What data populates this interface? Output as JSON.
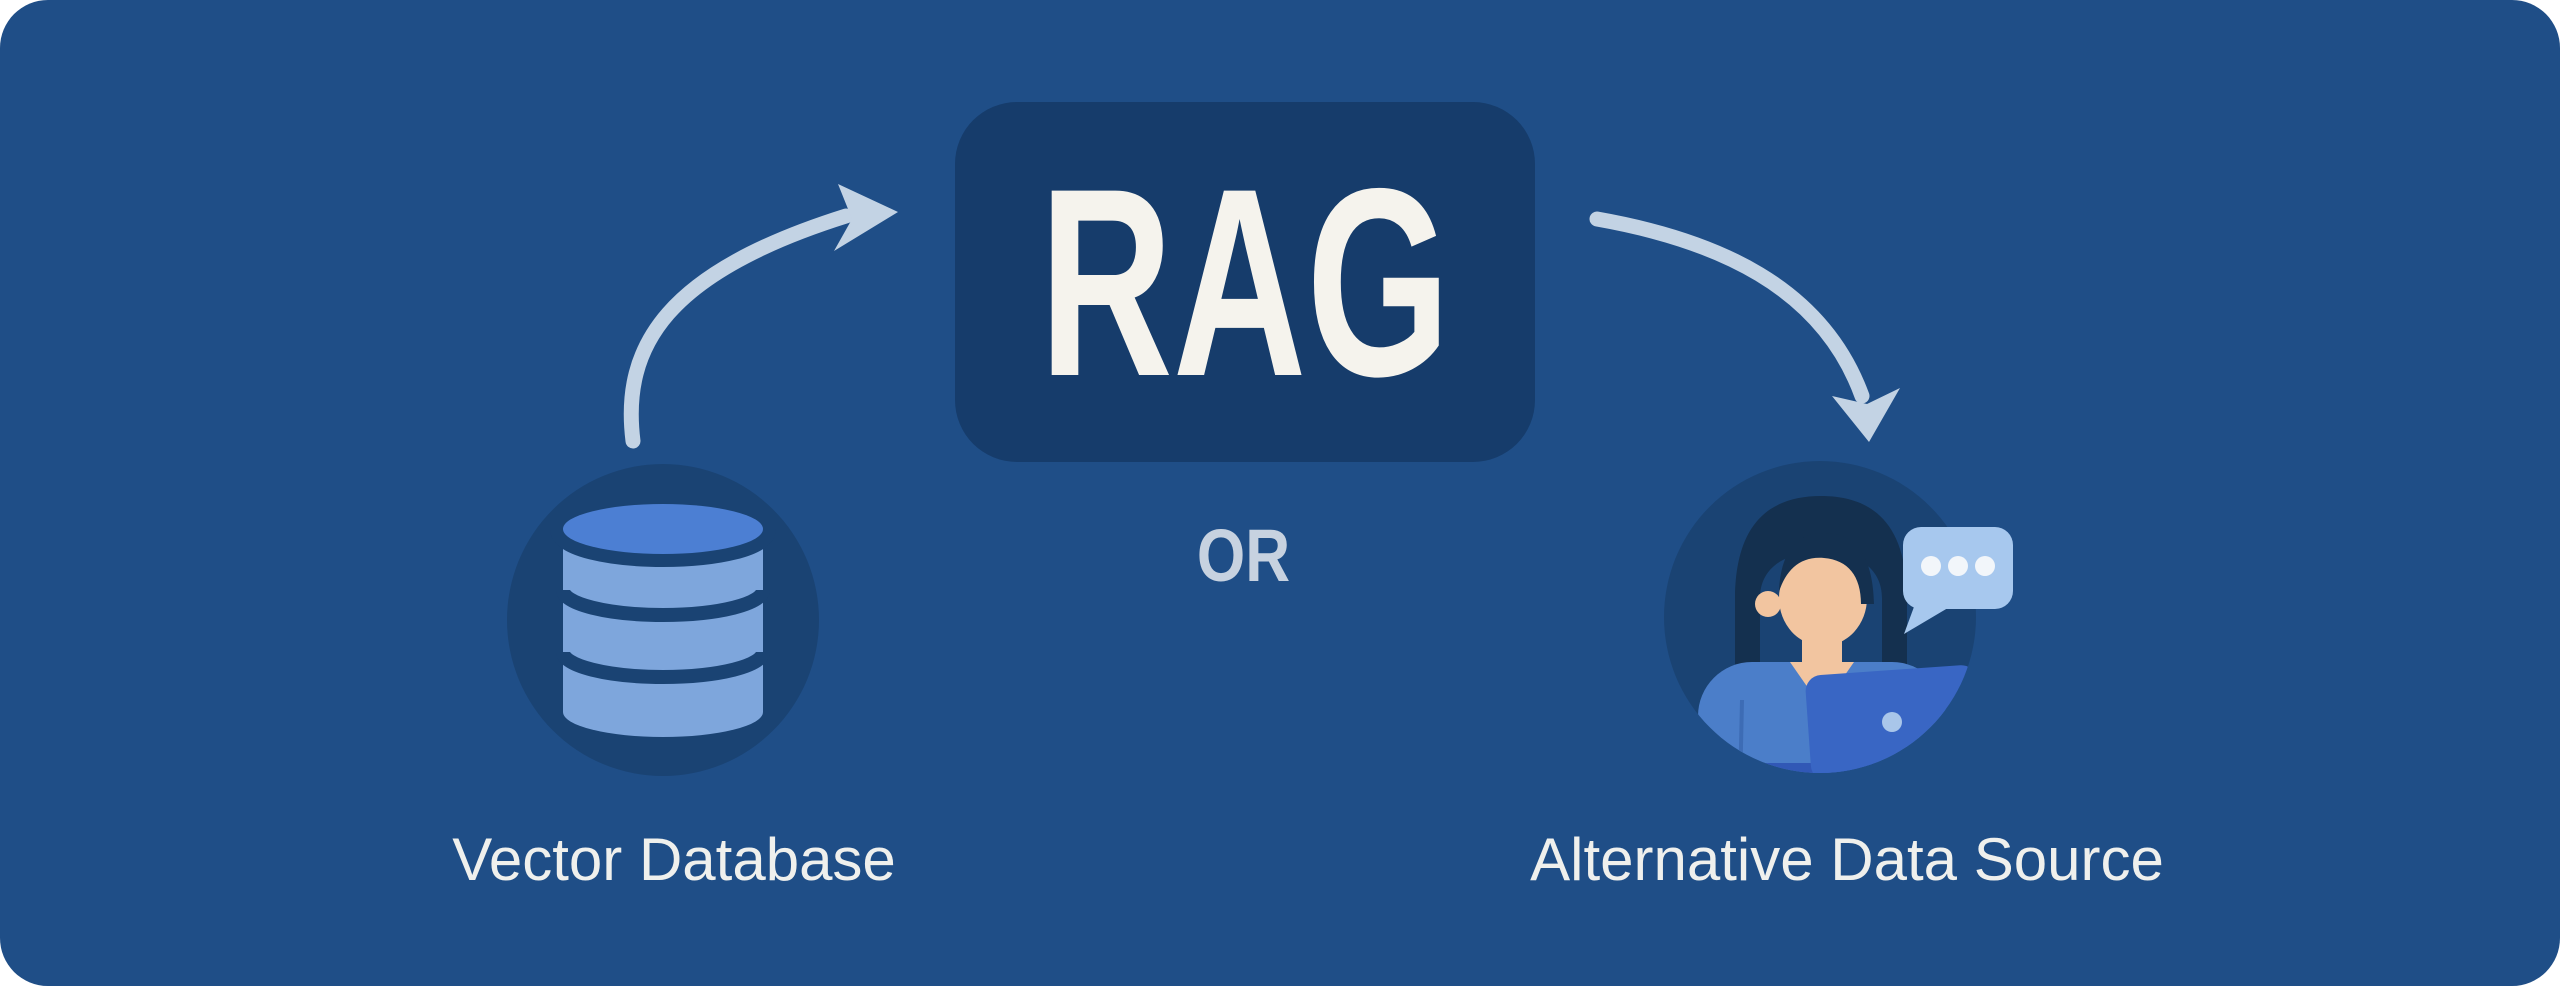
{
  "diagram": {
    "title_node": {
      "label": "RAG"
    },
    "connector": {
      "label": "OR"
    },
    "left_node": {
      "label": "Vector Database",
      "icon": "database-icon"
    },
    "right_node": {
      "label": "Alternative Data Source",
      "icon": "person-laptop-icon"
    },
    "colors": {
      "canvas_background": "#1F4E87",
      "rag_box_background": "#163C6B",
      "rag_text": "#F5F3ED",
      "or_text": "#C7D2E0",
      "label_text": "#EFF0ED",
      "arrow": "#C3D3E4",
      "icon_circle": "#1A4373",
      "database_top": "#4C7FD3",
      "database_bands": "#7EA6DC",
      "person_hair": "#14304F",
      "person_skin": "#F2C5A0",
      "person_shirt": "#4B7EC9",
      "laptop": "#3966C4",
      "laptop_base": "#3158B6",
      "speech_bubble": "#A7C8EE",
      "speech_bubble_dots": "#F2F6FA"
    }
  }
}
